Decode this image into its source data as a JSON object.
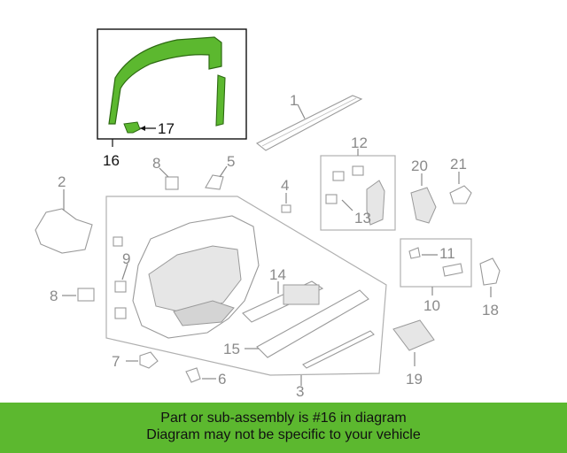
{
  "callouts": {
    "c1": "1",
    "c2": "2",
    "c3": "3",
    "c5": "5",
    "c6": "6",
    "c7": "7",
    "c8a": "8",
    "c8b": "8",
    "c9": "9",
    "c10": "10",
    "c11": "11",
    "c12": "12",
    "c13": "13",
    "c14": "14",
    "c15": "15",
    "c16": "16",
    "c17": "17",
    "c18": "18",
    "c19": "19",
    "c20": "20",
    "c21": "21",
    "c4": "4"
  },
  "colors": {
    "highlight_part": "#5cb82f",
    "banner_bg": "#5cb82f",
    "inactive_line": "#9a9a9a"
  },
  "banner": {
    "line1": "Part or sub-assembly is #16 in diagram",
    "line2": "Diagram may not be specific to your vehicle"
  }
}
